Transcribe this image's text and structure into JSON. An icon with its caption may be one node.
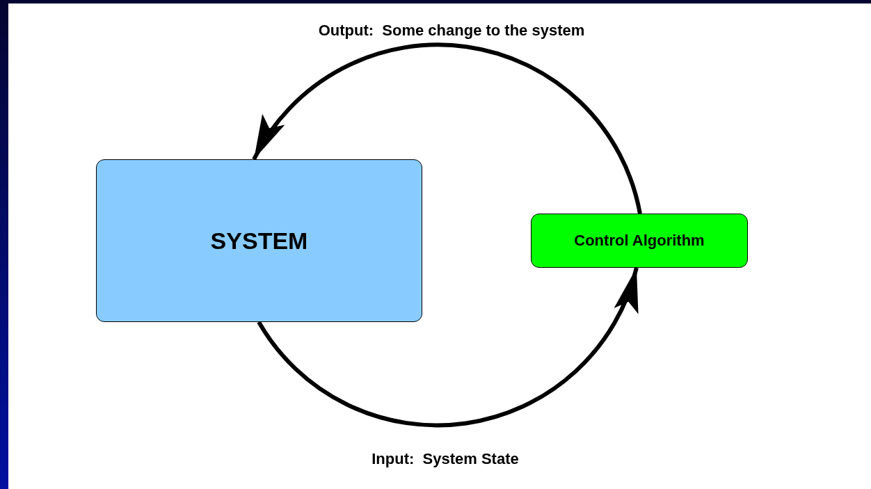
{
  "diagram": {
    "nodes": [
      {
        "text": [
          "SYSTEM"
        ]
      },
      {
        "text": [
          "Control Algorithm"
        ]
      }
    ],
    "edges": [
      {
        "from": 1,
        "to": 0,
        "arrow": "to",
        "label": "Output:  Some change to the system"
      },
      {
        "from": 0,
        "to": 1,
        "arrow": "to",
        "label": "Input:  System State"
      }
    ]
  }
}
